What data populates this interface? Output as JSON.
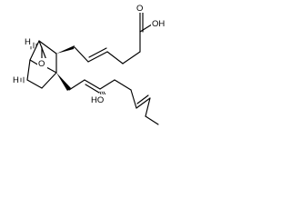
{
  "molecule": {
    "labels": {
      "acid_oxygen": "O",
      "acid_hydroxyl": "OH",
      "bridge_oxygen": "O",
      "side_chain_hydroxyl": "HO",
      "stereo_h_top": "H",
      "stereo_h_bottom": "H"
    }
  }
}
